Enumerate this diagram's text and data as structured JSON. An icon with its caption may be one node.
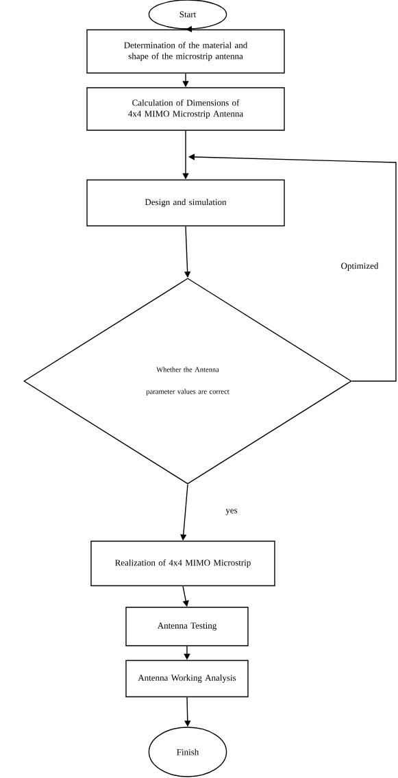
{
  "diagram": {
    "nodes": [
      {
        "text": [
          "Start"
        ]
      },
      {
        "text": [
          "Determination of the material and shape of the microstrip antenna"
        ]
      },
      {
        "text": [
          "Calculation of Dimensions of 4x4 MIMO Microstrip Antenna"
        ]
      },
      {
        "text": [
          "Design and simulation"
        ]
      },
      {
        "text": [
          "Whether the Antenna parameter values are correct"
        ]
      },
      {
        "text": [
          "Realization of 4x4 MIMO Microstrip"
        ]
      },
      {
        "text": [
          "Antenna Testing"
        ]
      },
      {
        "text": [
          "Antenna Working Analysis"
        ]
      },
      {
        "text": [
          "Finish"
        ]
      }
    ],
    "edges": [
      {
        "from": 0,
        "to": 1,
        "arrow": "to"
      },
      {
        "from": 1,
        "to": 2,
        "arrow": "to"
      },
      {
        "from": 2,
        "to": 3,
        "arrow": "to"
      },
      {
        "from": 3,
        "to": 4,
        "arrow": "to"
      },
      {
        "from": 4,
        "to": 3,
        "arrow": "to",
        "label": "Optimized"
      },
      {
        "from": 4,
        "to": 5,
        "arrow": "to",
        "label": "yes"
      },
      {
        "from": 5,
        "to": 6,
        "arrow": "to"
      },
      {
        "from": 6,
        "to": 7,
        "arrow": "to"
      },
      {
        "from": 7,
        "to": 8,
        "arrow": "to"
      }
    ]
  }
}
